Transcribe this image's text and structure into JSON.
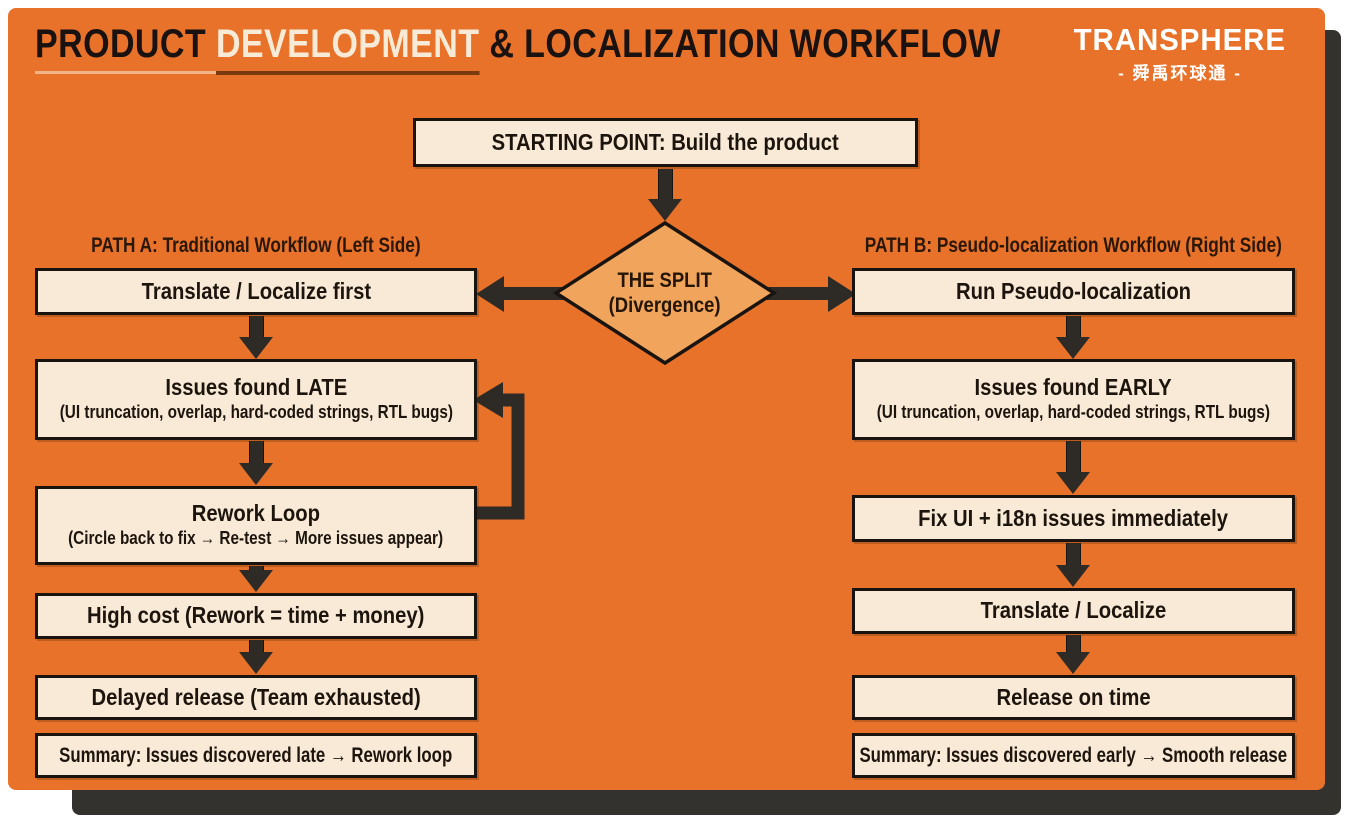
{
  "header": {
    "title_part1": "PRODUCT ",
    "title_highlight": "DEVELOPMENT",
    "title_part2": " & LOCALIZATION WORKFLOW",
    "logo_brand": "TRANSPHERE",
    "logo_subtitle": "- 舜禹环球通 -"
  },
  "start": {
    "label": "STARTING POINT: Build the product"
  },
  "split": {
    "line1": "THE SPLIT",
    "line2": "(Divergence)"
  },
  "path_a": {
    "header": "PATH A: Traditional Workflow (Left Side)",
    "steps": [
      {
        "title": "Translate / Localize first"
      },
      {
        "title": "Issues found LATE",
        "subtitle": "(UI truncation, overlap, hard-coded strings, RTL bugs)"
      },
      {
        "title": "Rework Loop",
        "subtitle": "(Circle back to fix → Re-test → More issues appear)"
      },
      {
        "title": "High cost (Rework = time + money)"
      },
      {
        "title": "Delayed release (Team exhausted)"
      },
      {
        "title": "Summary: Issues discovered late → Rework loop"
      }
    ]
  },
  "path_b": {
    "header": "PATH B: Pseudo-localization Workflow (Right Side)",
    "steps": [
      {
        "title": "Run Pseudo-localization"
      },
      {
        "title": "Issues found EARLY",
        "subtitle": "(UI truncation, overlap, hard-coded strings, RTL bugs)"
      },
      {
        "title": "Fix UI + i18n issues immediately"
      },
      {
        "title": "Translate / Localize"
      },
      {
        "title": "Release on time"
      },
      {
        "title": "Summary: Issues discovered early → Smooth release"
      }
    ]
  },
  "colors": {
    "canvas_orange": "#E8722A",
    "node_cream": "#F8EAD7",
    "diamond_fill": "#F1A45B",
    "ink": "#1D150D",
    "arrow_dark": "#2E2B27",
    "shadow_plate": "#34322E",
    "title_highlight_text": "#F7EBD8",
    "title_underline": "#7A3A10"
  }
}
